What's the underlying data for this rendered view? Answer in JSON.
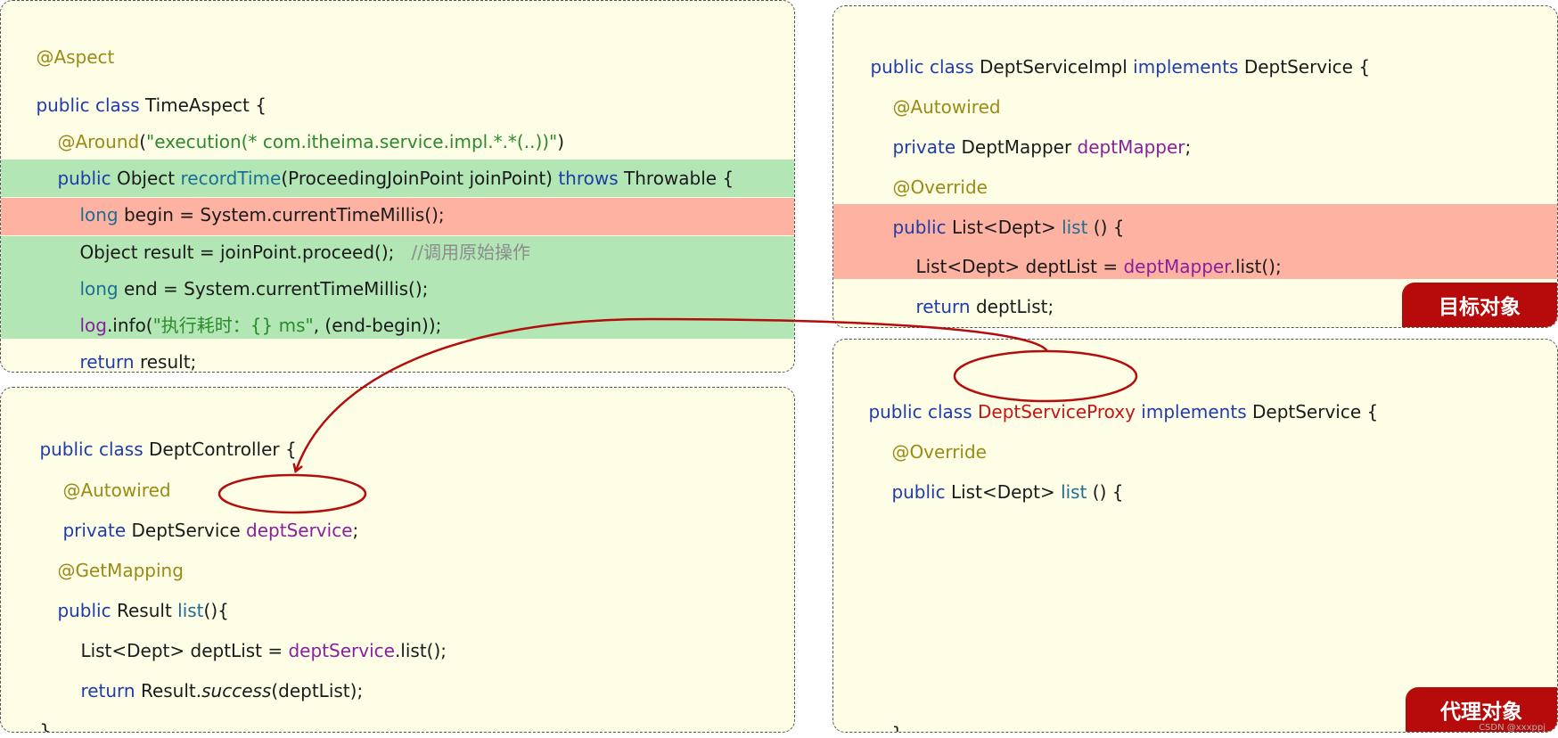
{
  "aspect": {
    "annotation": "@Aspect",
    "class_kw": "public class",
    "class_name": "TimeAspect {",
    "around_annotation": "@Around",
    "around_open": "(",
    "around_expr": "\"execution(* com.itheima.service.impl.*.*(..))\"",
    "around_close": ")",
    "method_kw": "public",
    "method_type": "Object",
    "method_name": "recordTime",
    "method_params": "(ProceedingJoinPoint joinPoint)",
    "throws_kw": "throws",
    "throws_rest": "Throwable {",
    "l1_kw": "long",
    "l1_rest": "begin = System.currentTimeMillis();",
    "l2_code": "Object result = joinPoint.proceed();",
    "l2_comment": "//调用原始操作",
    "l3_kw": "long",
    "l3_rest": "end = System.currentTimeMillis();",
    "l4_obj": "log",
    "l4_mid": ".info(",
    "l4_str": "\"执行耗时：{} ms\"",
    "l4_rest": ", (end-begin));",
    "l5_kw": "return",
    "l5_rest": "result;",
    "close_brace": "}"
  },
  "controller": {
    "class_kw": "public class",
    "class_name": "DeptController {",
    "autowired": "@Autowired",
    "field_kw": "private",
    "field_type": "DeptService",
    "field_name": "deptService",
    "field_end": ";",
    "getmapping": "@GetMapping",
    "method_kw": "public",
    "method_type": "Result",
    "method_name": "list",
    "method_rest": "(){",
    "l1_start": "List<Dept> deptList = ",
    "l1_field": "deptService",
    "l1_end": ".list();",
    "l2_kw": "return",
    "l2_mid": "Result.",
    "l2_it": "success",
    "l2_end": "(deptList);",
    "close_brace": "}"
  },
  "impl": {
    "class_kw": "public class",
    "class_name": "DeptServiceImpl",
    "implements_kw": "implements",
    "iface": "DeptService {",
    "autowired": "@Autowired",
    "field_kw": "private",
    "field_type": "DeptMapper",
    "field_name": "deptMapper",
    "field_end": ";",
    "override": "@Override",
    "method_kw": "public",
    "method_type": "List<Dept>",
    "method_name": "list",
    "method_rest": "() {",
    "l1_start": "List<Dept> deptList = ",
    "l1_field": "deptMapper",
    "l1_end": ".list();",
    "l2_kw": "return",
    "l2_rest": "deptList;",
    "close_brace": "}",
    "badge": "目标对象"
  },
  "proxy": {
    "class_kw": "public class",
    "class_name": "DeptServiceProxy",
    "implements_kw": "implements",
    "iface": "DeptService {",
    "override": "@Override",
    "method_kw": "public",
    "method_type": "List<Dept>",
    "method_name": "list",
    "method_rest": "() {",
    "close_brace": "}",
    "badge": "代理对象"
  },
  "watermark": "CSDN @xxxppj",
  "colors": {
    "panel_bg": "#fefee6",
    "green_highlight": "#b2e6b5",
    "red_highlight": "#fdb2a2",
    "badge_bg": "#b70a0a",
    "arrow": "#b30d0d"
  }
}
